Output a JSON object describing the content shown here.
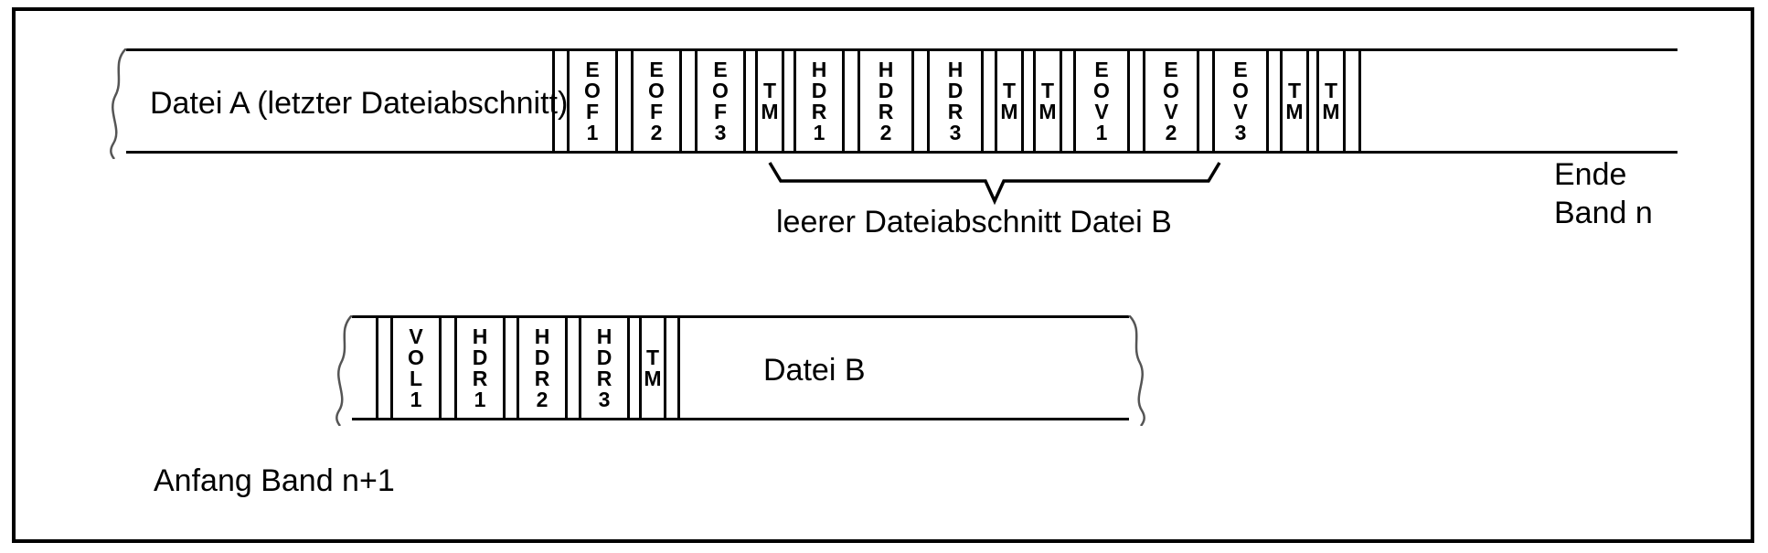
{
  "diagram": {
    "title_text_top": "Datei A (letzter Dateiabschnitt)",
    "title_text_bottom": "Datei B",
    "labels": {
      "end_tape_line1": "Ende",
      "end_tape_line2": "Band n",
      "start_tape": "Anfang Band n+1",
      "empty_section": "leerer Dateiabschnitt Datei B"
    },
    "top_tape": {
      "name": "Ende Band n",
      "data_area_label": "Datei A (letzter Dateiabschnitt)",
      "segments": [
        {
          "id": "eof1",
          "label": "EOF1",
          "chars": [
            "E",
            "O",
            "F",
            "1"
          ],
          "kind": "label-block"
        },
        {
          "id": "eof2",
          "label": "EOF2",
          "chars": [
            "E",
            "O",
            "F",
            "2"
          ],
          "kind": "label-block"
        },
        {
          "id": "eof3",
          "label": "EOF3",
          "chars": [
            "E",
            "O",
            "F",
            "3"
          ],
          "kind": "label-block"
        },
        {
          "id": "tm1",
          "label": "TM",
          "chars": [
            "T",
            "M"
          ],
          "kind": "tape-mark"
        },
        {
          "id": "hdr1",
          "label": "HDR1",
          "chars": [
            "H",
            "D",
            "R",
            "1"
          ],
          "kind": "label-block"
        },
        {
          "id": "hdr2",
          "label": "HDR2",
          "chars": [
            "H",
            "D",
            "R",
            "2"
          ],
          "kind": "label-block"
        },
        {
          "id": "hdr3",
          "label": "HDR3",
          "chars": [
            "H",
            "D",
            "R",
            "3"
          ],
          "kind": "label-block"
        },
        {
          "id": "tm2",
          "label": "TM",
          "chars": [
            "T",
            "M"
          ],
          "kind": "tape-mark"
        },
        {
          "id": "tm3",
          "label": "TM",
          "chars": [
            "T",
            "M"
          ],
          "kind": "tape-mark"
        },
        {
          "id": "eov1",
          "label": "EOV1",
          "chars": [
            "E",
            "O",
            "V",
            "1"
          ],
          "kind": "label-block"
        },
        {
          "id": "eov2",
          "label": "EOV2",
          "chars": [
            "E",
            "O",
            "V",
            "2"
          ],
          "kind": "label-block"
        },
        {
          "id": "eov3",
          "label": "EOV3",
          "chars": [
            "E",
            "O",
            "V",
            "3"
          ],
          "kind": "label-block"
        },
        {
          "id": "tm4",
          "label": "TM",
          "chars": [
            "T",
            "M"
          ],
          "kind": "tape-mark"
        },
        {
          "id": "tm5",
          "label": "TM",
          "chars": [
            "T",
            "M"
          ],
          "kind": "tape-mark"
        }
      ]
    },
    "bottom_tape": {
      "name": "Anfang Band n+1",
      "data_area_label": "Datei B",
      "segments": [
        {
          "id": "vol1",
          "label": "VOL1",
          "chars": [
            "V",
            "O",
            "L",
            "1"
          ],
          "kind": "label-block"
        },
        {
          "id": "hdr1",
          "label": "HDR1",
          "chars": [
            "H",
            "D",
            "R",
            "1"
          ],
          "kind": "label-block"
        },
        {
          "id": "hdr2",
          "label": "HDR2",
          "chars": [
            "H",
            "D",
            "R",
            "2"
          ],
          "kind": "label-block"
        },
        {
          "id": "hdr3",
          "label": "HDR3",
          "chars": [
            "H",
            "D",
            "R",
            "3"
          ],
          "kind": "label-block"
        },
        {
          "id": "tm1",
          "label": "TM",
          "chars": [
            "T",
            "M"
          ],
          "kind": "tape-mark"
        }
      ]
    },
    "colors": {
      "line": "#000000",
      "background": "#ffffff",
      "text": "#000000"
    }
  }
}
